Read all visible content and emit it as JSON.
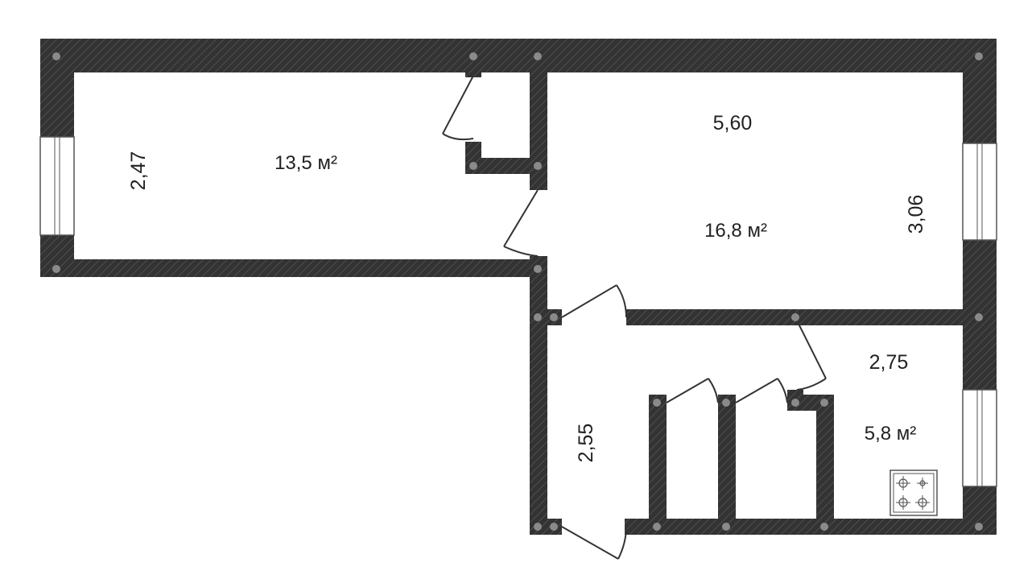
{
  "colors": {
    "wall": "#333333",
    "wall_hatch": "#5a5a5a",
    "floor": "#ffffff",
    "text": "#222222",
    "door_line": "#333333",
    "window_frame": "#555555",
    "joint_dot": "#8a8a8a"
  },
  "rooms": [
    {
      "id": "room-left",
      "dimensions": [
        "2,47"
      ],
      "area": "13,5 м²"
    },
    {
      "id": "room-right",
      "dimensions": [
        "5,60",
        "3,06"
      ],
      "area": "16,8 м²"
    },
    {
      "id": "kitchen",
      "dimensions": [
        "2,75"
      ],
      "area": "5,8 м²"
    },
    {
      "id": "hallway",
      "dimensions": [
        "2,55"
      ],
      "area": ""
    }
  ],
  "icons": {
    "stove": "stove-icon",
    "door": "door-swing-icon",
    "window": "window-icon"
  }
}
